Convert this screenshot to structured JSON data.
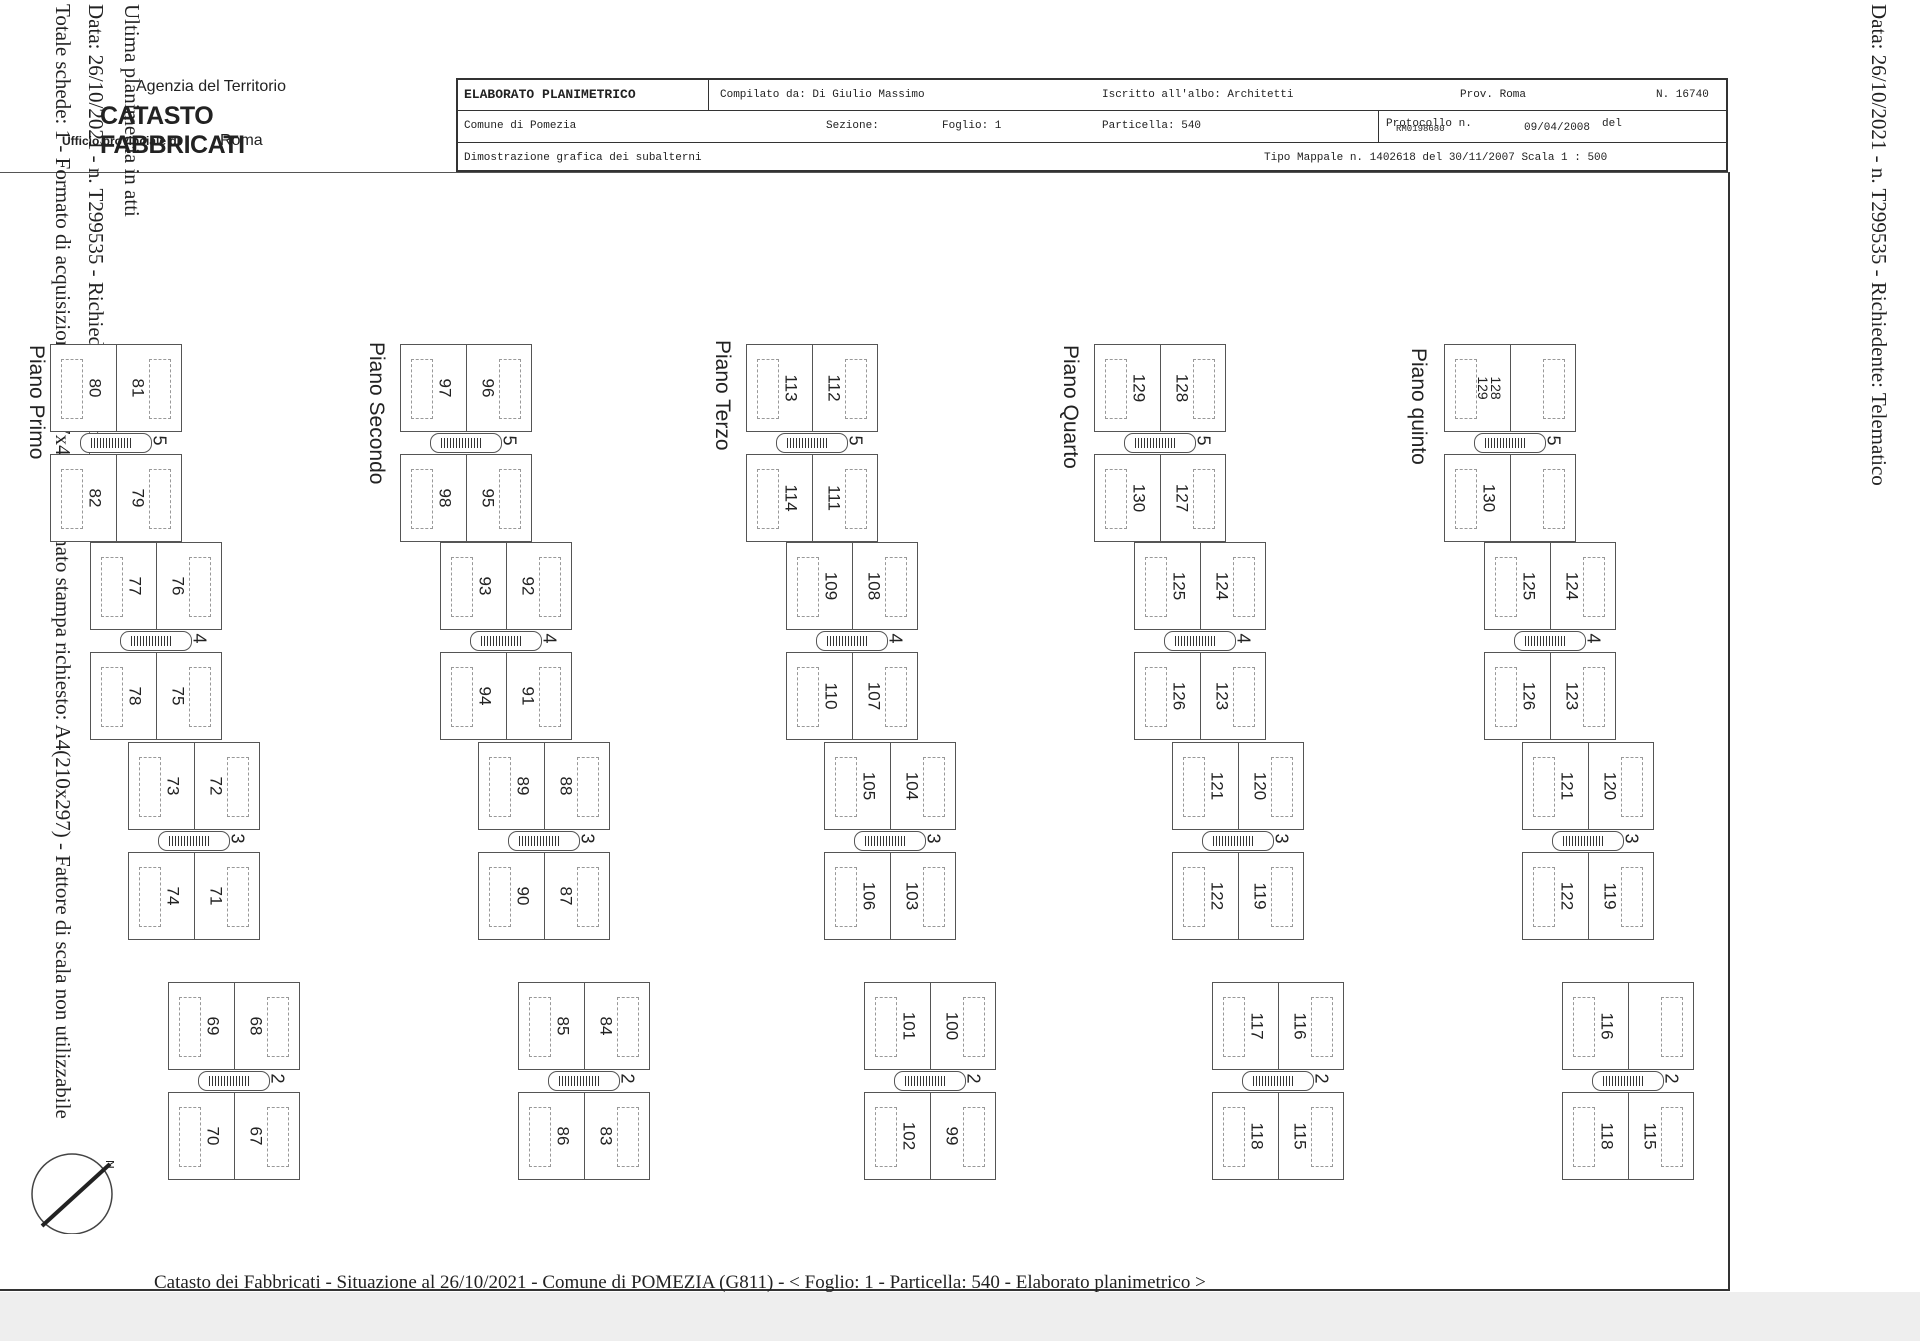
{
  "side_left": {
    "line1": "Ultima planimetria in atti",
    "line2": "Data: 26/10/2021 - n. T299535 - Richiedente: Telematico",
    "line3": "Totale schede: 1 - Formato di acquisizione: A3(297x420) - Formato stampa richiesto: A4(210x297) - Fattore di scala non utilizzabile"
  },
  "side_right": "Data: 26/10/2021 - n. T299535 - Richiedente: Telematico",
  "logo": {
    "agency": "Agenzia del Territorio",
    "catasto": "CATASTO FABBRICATI",
    "ufficio": "Ufficio provinciale di",
    "city": "Roma"
  },
  "header": {
    "title": "ELABORATO PLANIMETRICO",
    "compilato": "Compilato da: Di Giulio Massimo",
    "iscritto": "Iscritto all'albo: Architetti",
    "prov": "Prov. Roma",
    "n": "N. 16740",
    "comune": "Comune di Pomezia",
    "sezione": "Sezione:",
    "foglio": "Foglio: 1",
    "particella": "Particella: 540",
    "protocollo": "Protocollo n.",
    "prot_num": "RM0198680",
    "prot_date": "09/04/2008",
    "del": "del",
    "dimostrazione": "Dimostrazione grafica dei subalterni",
    "tipo": "Tipo Mappale n. 1402618  del 30/11/2007  Scala 1 : 500"
  },
  "floors": [
    {
      "label": "Piano  Primo",
      "stairs": [
        {
          "num": "5",
          "units": [
            "80",
            "81",
            "82",
            "79"
          ]
        },
        {
          "num": "4",
          "units": [
            "77",
            "76",
            "78",
            "75"
          ]
        },
        {
          "num": "3",
          "units": [
            "73",
            "72",
            "74",
            "71"
          ]
        },
        {
          "num": "2",
          "units": [
            "69",
            "68",
            "70",
            "67"
          ]
        }
      ]
    },
    {
      "label": "Piano  Secondo",
      "stairs": [
        {
          "num": "5",
          "units": [
            "97",
            "96",
            "98",
            "95"
          ]
        },
        {
          "num": "4",
          "units": [
            "93",
            "92",
            "94",
            "91"
          ]
        },
        {
          "num": "3",
          "units": [
            "89",
            "88",
            "90",
            "87"
          ]
        },
        {
          "num": "2",
          "units": [
            "85",
            "84",
            "86",
            "83"
          ]
        }
      ]
    },
    {
      "label": "Piano  Terzo",
      "stairs": [
        {
          "num": "5",
          "units": [
            "113",
            "112",
            "114",
            "111"
          ]
        },
        {
          "num": "4",
          "units": [
            "109",
            "108",
            "110",
            "107"
          ]
        },
        {
          "num": "3",
          "units": [
            "105",
            "104",
            "106",
            "103"
          ]
        },
        {
          "num": "2",
          "units": [
            "101",
            "100",
            "102",
            "99"
          ]
        }
      ]
    },
    {
      "label": "Piano  Quarto",
      "stairs": [
        {
          "num": "5",
          "units": [
            "129",
            "128",
            "130",
            "127"
          ]
        },
        {
          "num": "4",
          "units": [
            "125",
            "124",
            "126",
            "123"
          ]
        },
        {
          "num": "3",
          "units": [
            "121",
            "120",
            "122",
            "119"
          ]
        },
        {
          "num": "2",
          "units": [
            "117",
            "116",
            "118",
            "115"
          ]
        }
      ]
    },
    {
      "label": "Piano  quinto",
      "stairs": [
        {
          "num": "5",
          "units": [
            "128\n129",
            "",
            "130",
            ""
          ]
        },
        {
          "num": "4",
          "units": [
            "125",
            "124",
            "126",
            "123"
          ]
        },
        {
          "num": "3",
          "units": [
            "121",
            "120",
            "122",
            "119"
          ]
        },
        {
          "num": "2",
          "units": [
            "116",
            "",
            "118",
            "115"
          ]
        }
      ]
    }
  ],
  "compass": {
    "north": "N"
  },
  "footer": "Catasto dei Fabbricati - Situazione al 26/10/2021 - Comune di POMEZIA (G811) - <  Foglio: 1 - Particella: 540 - Elaborato planimetrico >"
}
